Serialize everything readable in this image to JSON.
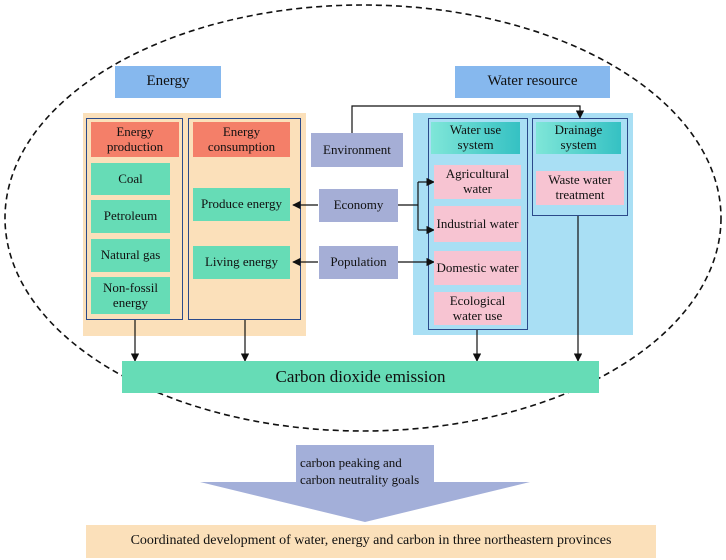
{
  "energy_title": "Energy",
  "water_title": "Water resource",
  "energy_production": {
    "header": "Energy production",
    "items": [
      "Coal",
      "Petroleum",
      "Natural gas",
      "Non-fossil energy"
    ]
  },
  "energy_consumption": {
    "header": "Energy consumption",
    "items": [
      "Produce energy",
      "Living energy"
    ]
  },
  "factors": [
    "Environment",
    "Economy",
    "Population"
  ],
  "water_use_system": {
    "header": "Water use system",
    "items": [
      "Agricultural water",
      "Industrial water",
      "Domestic water",
      "Ecological water use"
    ]
  },
  "drainage_system": {
    "header": "Drainage system",
    "items": [
      "Waste water treatment"
    ]
  },
  "emission": "Carbon dioxide emission",
  "goals": "carbon peaking and carbon neutrality goals",
  "outcome": "Coordinated development of water, energy and carbon in three northeastern provinces"
}
